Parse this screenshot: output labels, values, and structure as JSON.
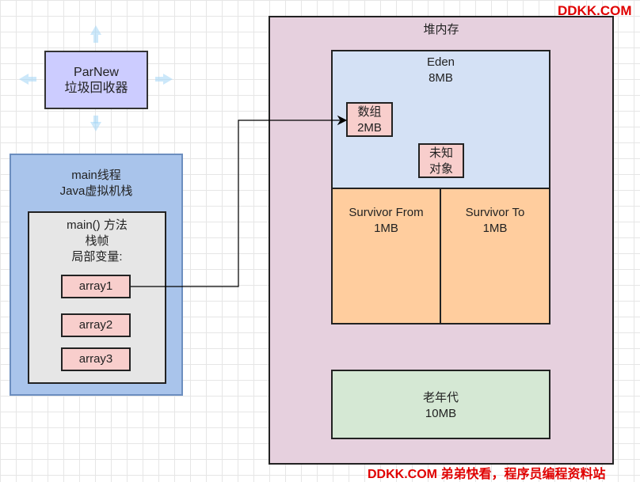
{
  "parnew": {
    "lines": [
      "ParNew",
      "垃圾回收器"
    ]
  },
  "stack": {
    "title_lines": [
      "main线程",
      "Java虚拟机栈"
    ],
    "frame": {
      "title_lines": [
        "main() 方法",
        "栈帧",
        "局部变量:"
      ],
      "variables": [
        "array1",
        "array2",
        "array3"
      ]
    }
  },
  "heap": {
    "title": "堆内存",
    "eden": {
      "name": "Eden",
      "size": "8MB",
      "objects": [
        {
          "lines": [
            "数组",
            "2MB"
          ]
        },
        {
          "lines": [
            "未知",
            "对象"
          ]
        }
      ]
    },
    "survivor_from": {
      "name": "Survivor From",
      "size": "1MB"
    },
    "survivor_to": {
      "name": "Survivor To",
      "size": "1MB"
    },
    "old_gen": {
      "name": "老年代",
      "size": "10MB"
    }
  },
  "watermarks": {
    "top": "DDKK.COM",
    "bottom": "DDKK.COM 弟弟快看，程序员编程资料站"
  },
  "colors": {
    "parnew_fill": "#ccccff",
    "stack_fill": "#a9c4eb",
    "frame_fill": "#e6e6e6",
    "variable_fill": "#f8cecc",
    "heap_fill": "#e6d0de",
    "eden_fill": "#d4e1f5",
    "survivor_fill": "#ffcd9e",
    "old_gen_fill": "#d5e8d4",
    "watermark": "#e00000"
  }
}
